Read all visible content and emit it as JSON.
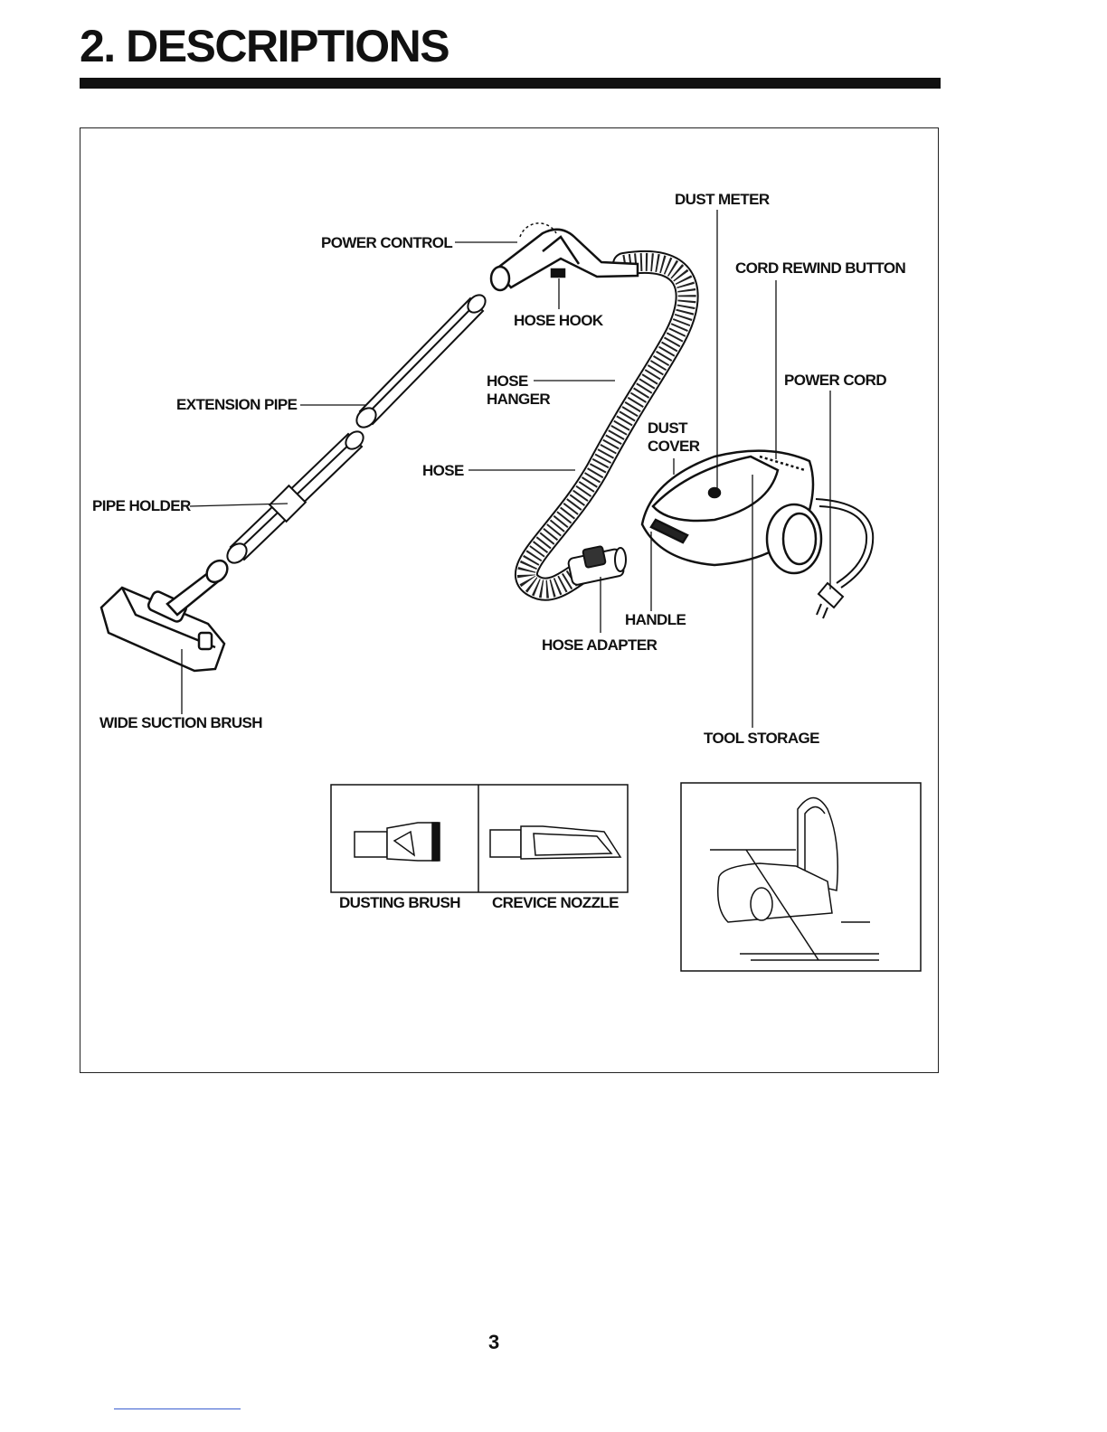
{
  "page": {
    "heading": "2. DESCRIPTIONS",
    "page_number": "3"
  },
  "labels": {
    "dust_meter": "DUST METER",
    "power_control": "POWER CONTROL",
    "cord_rewind_button": "CORD REWIND BUTTON",
    "hose_hook": "HOSE HOOK",
    "hose_hanger_line1": "HOSE",
    "hose_hanger_line2": "HANGER",
    "power_cord": "POWER CORD",
    "extension_pipe": "EXTENSION PIPE",
    "dust_cover_line1": "DUST",
    "dust_cover_line2": "COVER",
    "hose": "HOSE",
    "pipe_holder": "PIPE HOLDER",
    "handle": "HANDLE",
    "hose_adapter": "HOSE ADAPTER",
    "wide_suction_brush": "WIDE SUCTION BRUSH",
    "tool_storage": "TOOL STORAGE",
    "dusting_brush": "DUSTING BRUSH",
    "crevice_nozzle": "CREVICE NOZZLE"
  }
}
